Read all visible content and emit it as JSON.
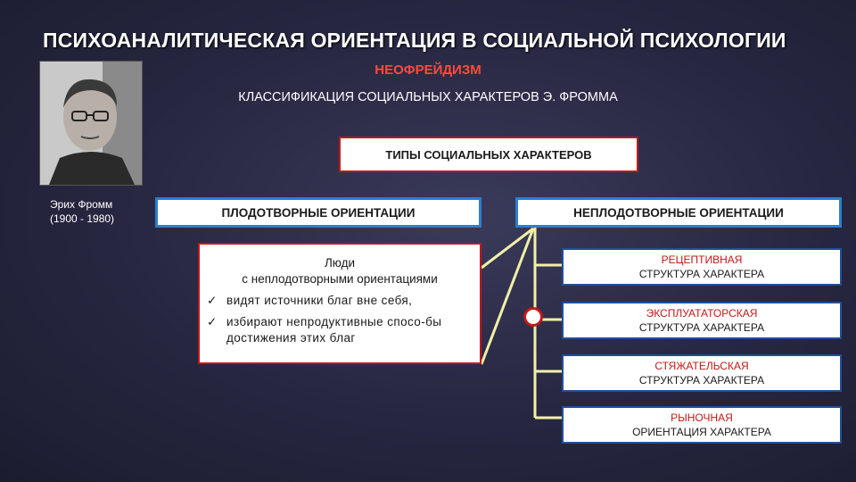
{
  "header": {
    "title": "ПСИХОАНАЛИТИЧЕСКАЯ ОРИЕНТАЦИЯ В СОЦИАЛЬНОЙ ПСИХОЛОГИИ",
    "subtitle": "НЕОФРЕЙДИЗМ",
    "classification": "КЛАССИФИКАЦИЯ СОЦИАЛЬНЫХ ХАРАКТЕРОВ Э. ФРОММА"
  },
  "portrait": {
    "caption_name": "Эрих Фромм",
    "caption_years": "(1900 - 1980)"
  },
  "diagram": {
    "types_label": "ТИПЫ СОЦИАЛЬНЫХ ХАРАКТЕРОВ",
    "productive_label": "ПЛОДОТВОРНЫЕ ОРИЕНТАЦИИ",
    "unproductive_label": "НЕПЛОДОТВОРНЫЕ ОРИЕНТАЦИИ",
    "people_box": {
      "heading_line1": "Люди",
      "heading_line2": "с неплодотворными ориентациями",
      "items": [
        "видят источники благ вне себя,",
        "избирают непродуктивные спосо-бы достижения этих благ"
      ],
      "check_glyph": "✓"
    },
    "characters": [
      {
        "name": "РЕЦЕПТИВНАЯ",
        "sub": "СТРУКТУРА ХАРАКТЕРА"
      },
      {
        "name": "ЭКСПЛУАТАТОРСКАЯ",
        "sub": "СТРУКТУРА ХАРАКТЕРА"
      },
      {
        "name": "СТЯЖАТЕЛЬСКАЯ",
        "sub": "СТРУКТУРА ХАРАКТЕРА"
      },
      {
        "name": "РЫНОЧНАЯ",
        "sub": "ОРИЕНТАЦИЯ ХАРАКТЕРА"
      }
    ]
  },
  "colors": {
    "accent_red": "#c01818",
    "accent_blue": "#2a7fd0",
    "connector": "#f2f0a8"
  }
}
